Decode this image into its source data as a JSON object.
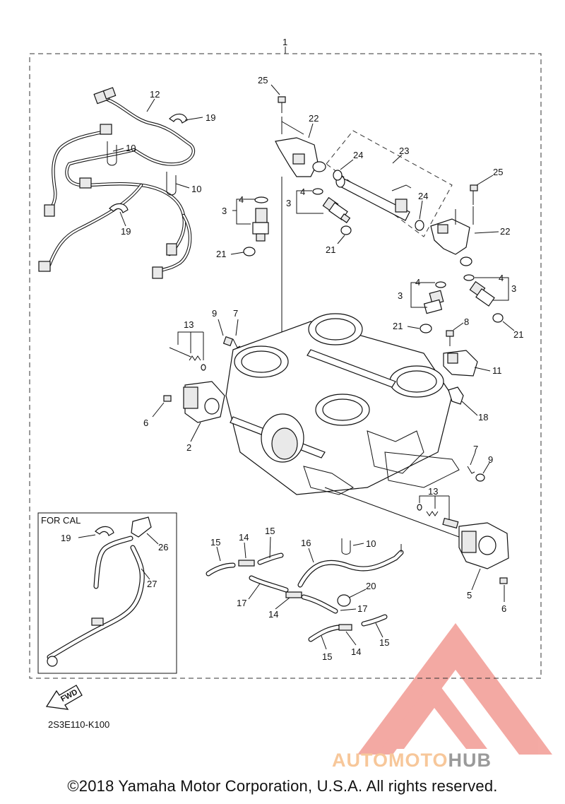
{
  "diagram": {
    "callouts": {
      "n1": "1",
      "n2": "2",
      "n3a": "3",
      "n3b": "3",
      "n3c": "3",
      "n3d": "3",
      "n4a": "4",
      "n4b": "4",
      "n4c": "4",
      "n4d": "4",
      "n5": "5",
      "n6a": "6",
      "n6b": "6",
      "n7a": "7",
      "n7b": "7",
      "n8": "8",
      "n9a": "9",
      "n9b": "9",
      "n10a": "10",
      "n10b": "10",
      "n10c": "10",
      "n11": "11",
      "n12": "12",
      "n13a": "13",
      "n13b": "13",
      "n14a": "14",
      "n14b": "14",
      "n14c": "14",
      "n15a": "15",
      "n15b": "15",
      "n15c": "15",
      "n15d": "15",
      "n16": "16",
      "n17a": "17",
      "n17b": "17",
      "n18": "18",
      "n19a": "19",
      "n19b": "19",
      "n19c": "19",
      "n20": "20",
      "n21a": "21",
      "n21b": "21",
      "n21c": "21",
      "n21d": "21",
      "n22a": "22",
      "n22b": "22",
      "n23": "23",
      "n24a": "24",
      "n24b": "24",
      "n25a": "25",
      "n25b": "25",
      "n26": "26",
      "n27": "27"
    },
    "inset_label": "FOR CAL",
    "fwd_label": "FWD",
    "diagram_code": "2S3E110-K100"
  },
  "watermark": {
    "brand_part1": "AUTOMOTO",
    "brand_part2": "HUB",
    "color_part1": "#f7c79a",
    "color_part2": "#9a9a9a",
    "logo_color": "#f08080"
  },
  "footer": {
    "copyright": "©2018 Yamaha Motor Corporation, U.S.A. All rights reserved."
  }
}
